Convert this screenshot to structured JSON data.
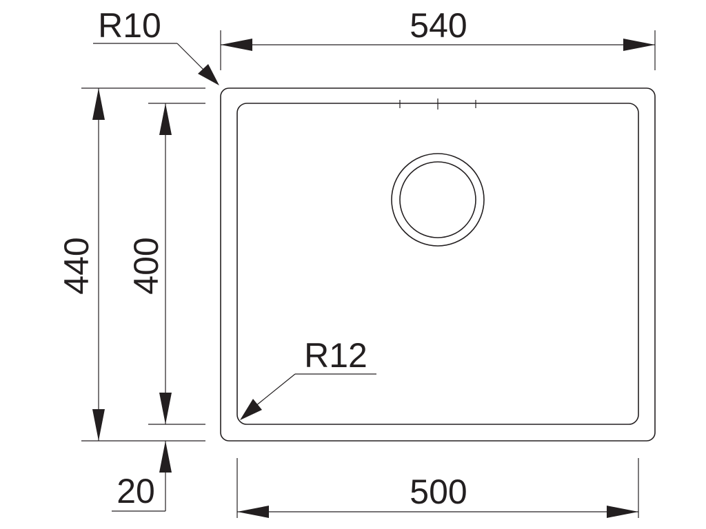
{
  "drawing": {
    "overall_width": "540",
    "inner_width": "500",
    "overall_height": "440",
    "inner_height": "400",
    "rim_width": "20",
    "outer_radius": "R10",
    "inner_radius": "R12"
  },
  "colors": {
    "line": "#231f20",
    "background": "#ffffff"
  }
}
